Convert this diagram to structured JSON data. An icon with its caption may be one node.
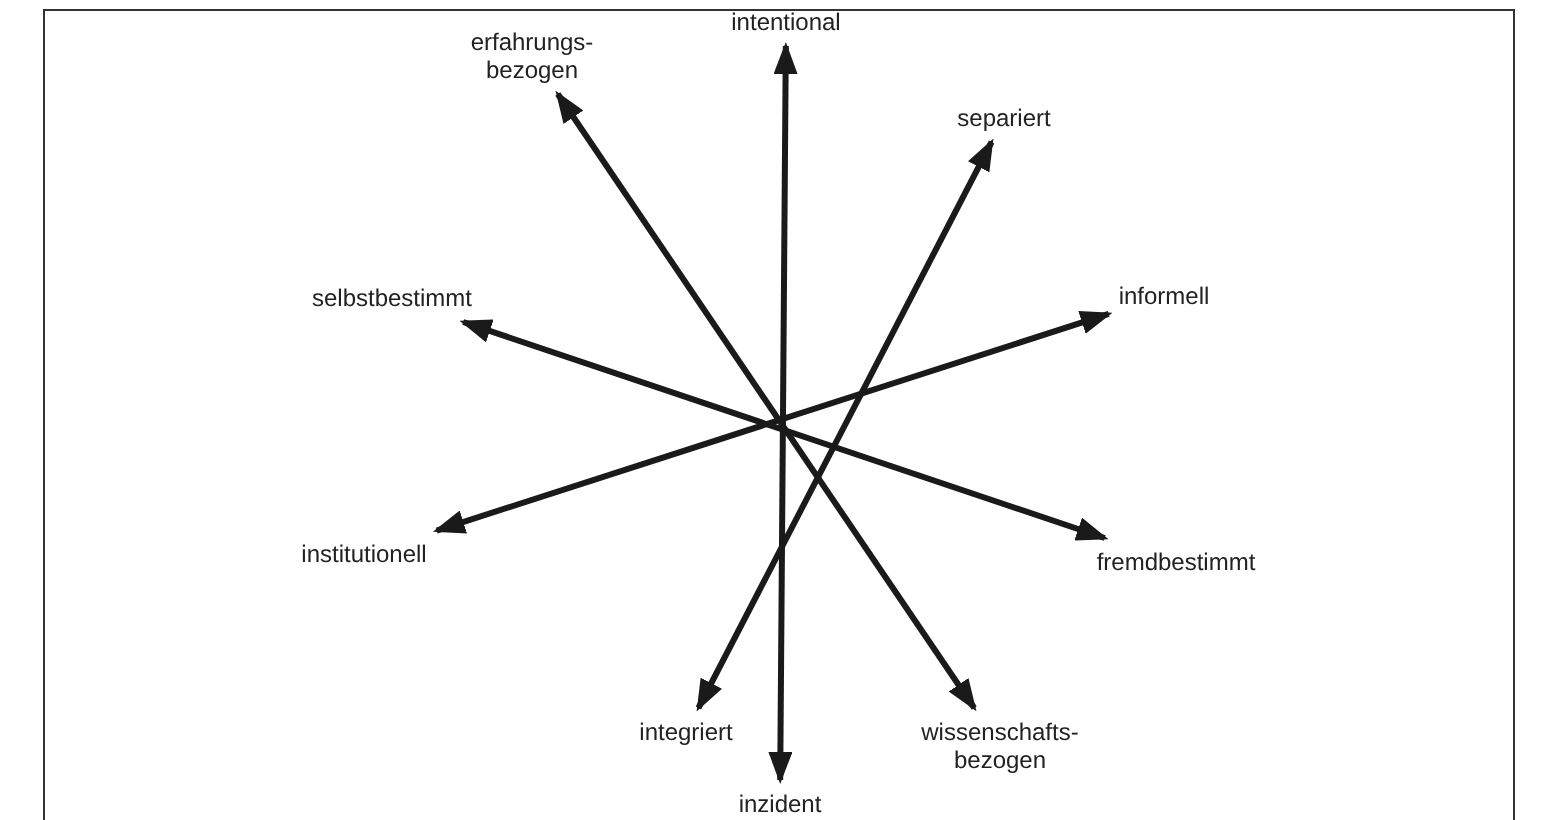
{
  "diagram": {
    "nodes": [
      {
        "text": [
          "intentional"
        ]
      },
      {
        "text": [
          "erfahrungs- bezogen"
        ]
      },
      {
        "text": [
          "separiert"
        ]
      },
      {
        "text": [
          "selbstbestimmt"
        ]
      },
      {
        "text": [
          "informell"
        ]
      },
      {
        "text": [
          "institutionell"
        ]
      },
      {
        "text": [
          "fremdbestimmt"
        ]
      },
      {
        "text": [
          "integriert"
        ]
      },
      {
        "text": [
          "wissenschafts- bezogen"
        ]
      },
      {
        "text": [
          "inzident"
        ]
      }
    ],
    "edges": [
      {
        "from": 0,
        "to": 9,
        "arrow": "both"
      },
      {
        "from": 2,
        "to": 7,
        "arrow": "both"
      },
      {
        "from": 4,
        "to": 5,
        "arrow": "both"
      },
      {
        "from": 6,
        "to": 3,
        "arrow": "both"
      },
      {
        "from": 8,
        "to": 1,
        "arrow": "both"
      }
    ]
  }
}
